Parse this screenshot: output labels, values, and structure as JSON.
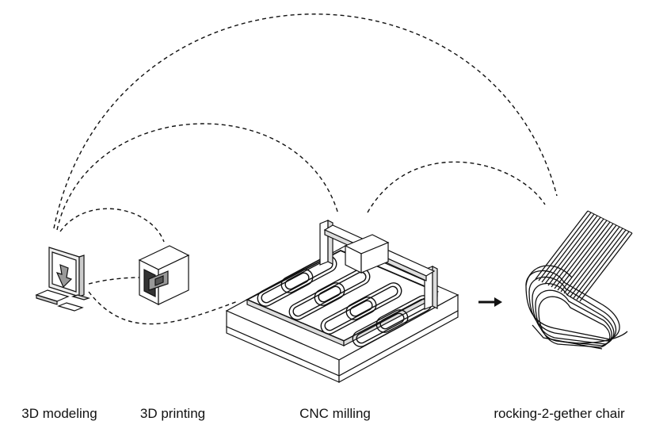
{
  "captions": {
    "modeling": "3D modeling",
    "printing": "3D printing",
    "cnc": "CNC milling",
    "chair": "rocking-2-gether chair"
  },
  "colors": {
    "line": "#111111",
    "background": "#ffffff"
  },
  "icons": {
    "computer": "desktop-computer-icon",
    "printer": "3d-printer-icon",
    "cnc": "cnc-milling-machine-icon",
    "arrow": "arrow-right-icon",
    "chair": "rocking-chair-icon"
  }
}
